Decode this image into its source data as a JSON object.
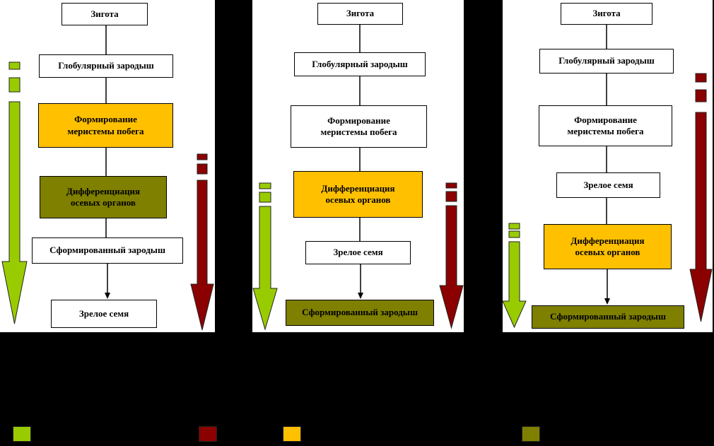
{
  "colors": {
    "light_green": "#99cc00",
    "dark_red": "#8b0000",
    "orange": "#ffc000",
    "olive": "#7f7f00",
    "white": "#ffffff"
  },
  "panels": [
    {
      "boxes": [
        {
          "text": "Зигота",
          "fill": "white"
        },
        {
          "text": "Глобулярный зародыш",
          "fill": "white"
        },
        {
          "text": "Формирование\nмеристемы побега",
          "fill": "orange"
        },
        {
          "text": "Дифференциация\nосевых органов",
          "fill": "olive"
        },
        {
          "text": "Сформированный зародыш",
          "fill": "white"
        },
        {
          "text": "Зрелое семя",
          "fill": "white"
        }
      ]
    },
    {
      "boxes": [
        {
          "text": "Зигота",
          "fill": "white"
        },
        {
          "text": "Глобулярный зародыш",
          "fill": "white"
        },
        {
          "text": "Формирование\nмеристемы побега",
          "fill": "white"
        },
        {
          "text": "Дифференциация\nосевых органов",
          "fill": "orange"
        },
        {
          "text": "Зрелое семя",
          "fill": "white"
        },
        {
          "text": "Сформированный зародыш",
          "fill": "olive"
        }
      ]
    },
    {
      "boxes": [
        {
          "text": "Зигота",
          "fill": "white"
        },
        {
          "text": "Глобулярный зародыш",
          "fill": "white"
        },
        {
          "text": "Формирование\nмеристемы побега",
          "fill": "white"
        },
        {
          "text": "Зрелое семя",
          "fill": "white"
        },
        {
          "text": "Дифференциация\nосевых органов",
          "fill": "orange"
        },
        {
          "text": "Сформированный зародыш",
          "fill": "olive"
        }
      ]
    }
  ],
  "legend": [
    {
      "color": "light_green"
    },
    {
      "color": "dark_red"
    },
    {
      "color": "orange"
    },
    {
      "color": "olive"
    }
  ]
}
